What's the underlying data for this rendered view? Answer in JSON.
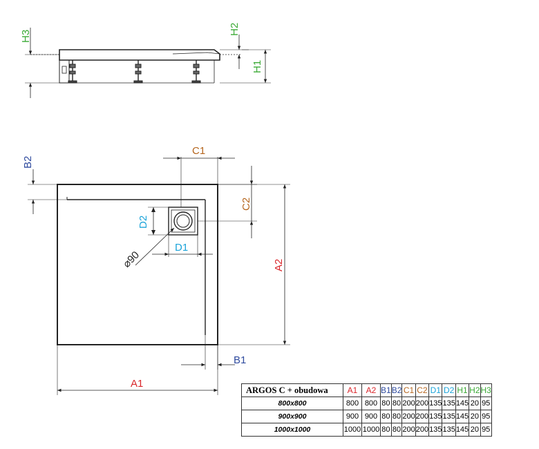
{
  "labels": {
    "H1": "H1",
    "H2": "H2",
    "H3": "H3",
    "A1": "A1",
    "A2": "A2",
    "B1": "B1",
    "B2": "B2",
    "C1": "C1",
    "C2": "C2",
    "D1": "D1",
    "D2": "D2",
    "phi": "⌀90"
  },
  "colors": {
    "A": "#d9262b",
    "B": "#2e4a9e",
    "C": "#b5651d",
    "D": "#1aa3d9",
    "H": "#3aa935"
  },
  "table": {
    "model": "ARGOS C + obudowa",
    "headers": [
      "A1",
      "A2",
      "B1",
      "B2",
      "C1",
      "C2",
      "D1",
      "D2",
      "H1",
      "H2",
      "H3"
    ],
    "rows": [
      {
        "size": "800x800",
        "values": [
          "800",
          "800",
          "80",
          "80",
          "200",
          "200",
          "135",
          "135",
          "145",
          "20",
          "95"
        ]
      },
      {
        "size": "900x900",
        "values": [
          "900",
          "900",
          "80",
          "80",
          "200",
          "200",
          "135",
          "135",
          "145",
          "20",
          "95"
        ]
      },
      {
        "size": "1000x1000",
        "values": [
          "1000",
          "1000",
          "80",
          "80",
          "200",
          "200",
          "135",
          "135",
          "145",
          "20",
          "95"
        ]
      }
    ]
  }
}
